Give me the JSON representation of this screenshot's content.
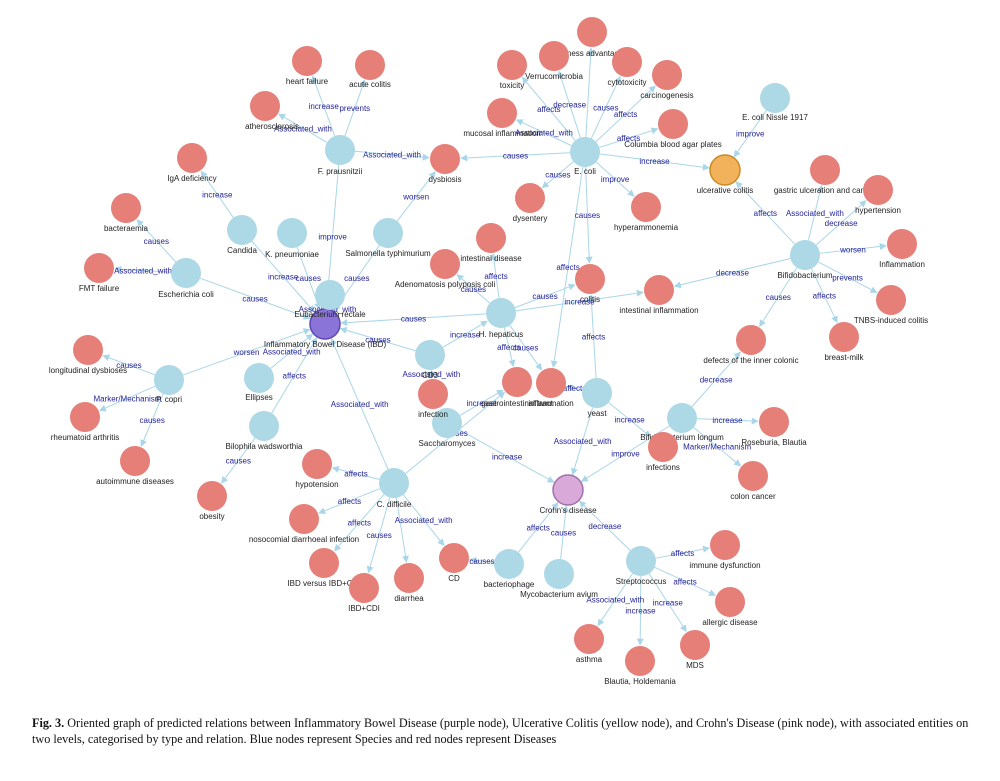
{
  "colors": {
    "species": "#add8e6",
    "disease": "#e57f78",
    "ibd": "#8a74d8",
    "uc": "#f2b25c",
    "cd": "#d9a9d9",
    "edge": "#a9d6e8",
    "edge_label": "#1f1f9a"
  },
  "nodes": [
    {
      "id": "ibd",
      "label": "Inflammatory Bowel Disease (IBD)",
      "type": "ibd"
    },
    {
      "id": "uc",
      "label": "ulcerative colitis",
      "type": "uc"
    },
    {
      "id": "cd_main",
      "label": "Crohn's disease",
      "type": "cd"
    },
    {
      "id": "ecoli",
      "label": "E. coli",
      "type": "species"
    },
    {
      "id": "fpraus",
      "label": "F. prausnitzii",
      "type": "species"
    },
    {
      "id": "bifido",
      "label": "Bifidobacterium",
      "type": "species"
    },
    {
      "id": "nissle",
      "label": "E. coli Nissle 1917",
      "type": "species"
    },
    {
      "id": "candida",
      "label": "Candida",
      "type": "species"
    },
    {
      "id": "kpneu",
      "label": "K. pneumoniae",
      "type": "species"
    },
    {
      "id": "salm",
      "label": "Salmonella typhimurium",
      "type": "species"
    },
    {
      "id": "escher",
      "label": "Escherichia coli",
      "type": "species"
    },
    {
      "id": "eubact",
      "label": "Eubacterium rectale",
      "type": "species"
    },
    {
      "id": "hhep",
      "label": "H. hepaticus",
      "type": "species"
    },
    {
      "id": "cd3",
      "label": "CD3",
      "type": "species"
    },
    {
      "id": "pcopri",
      "label": "P. copri",
      "type": "species"
    },
    {
      "id": "ellipses",
      "label": "Ellipses",
      "type": "species"
    },
    {
      "id": "bilo",
      "label": "Bilophila wadsworthia",
      "type": "species"
    },
    {
      "id": "sacch",
      "label": "Saccharomyces",
      "type": "species"
    },
    {
      "id": "cdiff",
      "label": "C. difficile",
      "type": "species"
    },
    {
      "id": "yeast",
      "label": "yeast",
      "type": "species"
    },
    {
      "id": "bifilong",
      "label": "Bifidobacterium longum",
      "type": "species"
    },
    {
      "id": "bacterio",
      "label": "bacteriophage",
      "type": "species"
    },
    {
      "id": "myco",
      "label": "Mycobacterium avium",
      "type": "species"
    },
    {
      "id": "strep",
      "label": "Streptococcus",
      "type": "species"
    },
    {
      "id": "heart",
      "label": "heart failure",
      "type": "disease"
    },
    {
      "id": "acutecol",
      "label": "acute colitis",
      "type": "disease"
    },
    {
      "id": "athero",
      "label": "atherosclerosis",
      "type": "disease"
    },
    {
      "id": "iga",
      "label": "IgA deficiency",
      "type": "disease"
    },
    {
      "id": "bacter",
      "label": "bacteraemia",
      "type": "disease"
    },
    {
      "id": "fmt",
      "label": "FMT failure",
      "type": "disease"
    },
    {
      "id": "dysbiosis",
      "label": "dysbiosis",
      "type": "disease"
    },
    {
      "id": "fitness",
      "label": "fitness advantage",
      "type": "disease"
    },
    {
      "id": "verruco",
      "label": "Verrucomicrobia",
      "type": "disease"
    },
    {
      "id": "cytotox",
      "label": "cytotoxicity",
      "type": "disease"
    },
    {
      "id": "toxicity",
      "label": "toxicity",
      "type": "disease"
    },
    {
      "id": "carcino",
      "label": "carcinogenesis",
      "type": "disease"
    },
    {
      "id": "mucosal",
      "label": "mucosal inflammation",
      "type": "disease"
    },
    {
      "id": "columbia",
      "label": "Columbia blood agar plates",
      "type": "disease"
    },
    {
      "id": "dysentery",
      "label": "dysentery",
      "type": "disease"
    },
    {
      "id": "hyperamm",
      "label": "hyperammonemia",
      "type": "disease"
    },
    {
      "id": "gastric",
      "label": "gastric ulceration and cancer",
      "type": "disease"
    },
    {
      "id": "hypert",
      "label": "hypertension",
      "type": "disease"
    },
    {
      "id": "inflam",
      "label": "Inflammation",
      "type": "disease"
    },
    {
      "id": "tnbs",
      "label": "TNBS-induced colitis",
      "type": "disease"
    },
    {
      "id": "breast",
      "label": "breast-milk",
      "type": "disease"
    },
    {
      "id": "defects",
      "label": "defects of the inner colonic",
      "type": "disease"
    },
    {
      "id": "intinf",
      "label": "intestinal inflammation",
      "type": "disease"
    },
    {
      "id": "colitis",
      "label": "colitis",
      "type": "disease"
    },
    {
      "id": "intdis",
      "label": "intestinal disease",
      "type": "disease"
    },
    {
      "id": "adeno",
      "label": "Adenomatosis polyposis coli",
      "type": "disease"
    },
    {
      "id": "longdys",
      "label": "longitudinal dysbioses",
      "type": "disease"
    },
    {
      "id": "rheum",
      "label": "rheumatoid arthritis",
      "type": "disease"
    },
    {
      "id": "autoimm",
      "label": "autoimmune diseases",
      "type": "disease"
    },
    {
      "id": "obesity",
      "label": "obesity",
      "type": "disease"
    },
    {
      "id": "infection",
      "label": "infection",
      "type": "disease"
    },
    {
      "id": "gitract",
      "label": "gastrointestinal tract",
      "type": "disease"
    },
    {
      "id": "inflamm2",
      "label": "inflammation",
      "type": "disease"
    },
    {
      "id": "infections",
      "label": "infections",
      "type": "disease"
    },
    {
      "id": "roseburia",
      "label": "Roseburia, Blautia",
      "type": "disease"
    },
    {
      "id": "coloncan",
      "label": "colon cancer",
      "type": "disease"
    },
    {
      "id": "hypot",
      "label": "hypotension",
      "type": "disease"
    },
    {
      "id": "nosoc",
      "label": "nosocomial diarrhoeal infection",
      "type": "disease"
    },
    {
      "id": "ibdcdi",
      "label": "IBD versus IBD+CDI",
      "type": "disease"
    },
    {
      "id": "ibdcdi2",
      "label": "IBD+CDI",
      "type": "disease"
    },
    {
      "id": "diarrhea",
      "label": "diarrhea",
      "type": "disease"
    },
    {
      "id": "cdnode",
      "label": "CD",
      "type": "disease"
    },
    {
      "id": "immdys",
      "label": "immune dysfunction",
      "type": "disease"
    },
    {
      "id": "allergic",
      "label": "allergic disease",
      "type": "disease"
    },
    {
      "id": "mds",
      "label": "MDS",
      "type": "disease"
    },
    {
      "id": "asthma",
      "label": "asthma",
      "type": "disease"
    },
    {
      "id": "blautia",
      "label": "Blautia, Holdemania",
      "type": "disease"
    }
  ],
  "edges": [
    {
      "from": "fpraus",
      "to": "heart",
      "label": "increase"
    },
    {
      "from": "fpraus",
      "to": "acutecol",
      "label": "prevents"
    },
    {
      "from": "fpraus",
      "to": "athero",
      "label": "Associated_with"
    },
    {
      "from": "fpraus",
      "to": "dysbiosis",
      "label": "Associated_with"
    },
    {
      "from": "fpraus",
      "to": "ibd",
      "label": "improve"
    },
    {
      "from": "salm",
      "to": "dysbiosis",
      "label": "worsen"
    },
    {
      "from": "candida",
      "to": "iga",
      "label": "increase"
    },
    {
      "from": "candida",
      "to": "ibd",
      "label": "increase"
    },
    {
      "from": "kpneu",
      "to": "ibd",
      "label": "causes"
    },
    {
      "from": "salm",
      "to": "ibd",
      "label": "causes"
    },
    {
      "from": "escher",
      "to": "bacter",
      "label": "causes"
    },
    {
      "from": "escher",
      "to": "fmt",
      "label": "Associated_with"
    },
    {
      "from": "escher",
      "to": "ibd",
      "label": "causes"
    },
    {
      "from": "eubact",
      "to": "ibd",
      "label": "Associated_with"
    },
    {
      "from": "ecoli",
      "to": "fitness",
      "label": ""
    },
    {
      "from": "ecoli",
      "to": "verruco",
      "label": "decrease"
    },
    {
      "from": "ecoli",
      "to": "cytotox",
      "label": "causes"
    },
    {
      "from": "ecoli",
      "to": "toxicity",
      "label": "affects"
    },
    {
      "from": "ecoli",
      "to": "carcino",
      "label": "affects"
    },
    {
      "from": "ecoli",
      "to": "mucosal",
      "label": "Associated_with"
    },
    {
      "from": "ecoli",
      "to": "columbia",
      "label": "affects"
    },
    {
      "from": "ecoli",
      "to": "dysbiosis",
      "label": "causes"
    },
    {
      "from": "ecoli",
      "to": "uc",
      "label": "increase"
    },
    {
      "from": "ecoli",
      "to": "dysentery",
      "label": "causes"
    },
    {
      "from": "ecoli",
      "to": "hyperamm",
      "label": "improve"
    },
    {
      "from": "ecoli",
      "to": "colitis",
      "label": "causes"
    },
    {
      "from": "ecoli",
      "to": "inflamm2",
      "label": "affects"
    },
    {
      "from": "nissle",
      "to": "uc",
      "label": "improve"
    },
    {
      "from": "bifido",
      "to": "uc",
      "label": "affects"
    },
    {
      "from": "bifido",
      "to": "gastric",
      "label": "Associated_with"
    },
    {
      "from": "bifido",
      "to": "hypert",
      "label": "decrease"
    },
    {
      "from": "bifido",
      "to": "inflam",
      "label": "worsen"
    },
    {
      "from": "bifido",
      "to": "tnbs",
      "label": "prevents"
    },
    {
      "from": "bifido",
      "to": "breast",
      "label": "affects"
    },
    {
      "from": "bifido",
      "to": "defects",
      "label": "causes"
    },
    {
      "from": "bifido",
      "to": "intinf",
      "label": "decrease"
    },
    {
      "from": "hhep",
      "to": "intdis",
      "label": "affects"
    },
    {
      "from": "hhep",
      "to": "adeno",
      "label": "causes"
    },
    {
      "from": "hhep",
      "to": "colitis",
      "label": "causes"
    },
    {
      "from": "hhep",
      "to": "intinf",
      "label": "increase"
    },
    {
      "from": "hhep",
      "to": "ibd",
      "label": "causes"
    },
    {
      "from": "hhep",
      "to": "inflamm2",
      "label": "causes"
    },
    {
      "from": "hhep",
      "to": "gitract",
      "label": "affects"
    },
    {
      "from": "cd3",
      "to": "ibd",
      "label": "causes"
    },
    {
      "from": "cd3",
      "to": "hhep",
      "label": "increase"
    },
    {
      "from": "cd3",
      "to": "infection",
      "label": "Associated_with"
    },
    {
      "from": "pcopri",
      "to": "longdys",
      "label": "causes"
    },
    {
      "from": "pcopri",
      "to": "rheum",
      "label": "Marker/Mechanism"
    },
    {
      "from": "pcopri",
      "to": "autoimm",
      "label": "causes"
    },
    {
      "from": "pcopri",
      "to": "ibd",
      "label": "worsen"
    },
    {
      "from": "ellipses",
      "to": "ibd",
      "label": "Associated_with"
    },
    {
      "from": "bilo",
      "to": "ibd",
      "label": "affects"
    },
    {
      "from": "bilo",
      "to": "obesity",
      "label": "causes"
    },
    {
      "from": "cdiff",
      "to": "ibd",
      "label": "Associated_with"
    },
    {
      "from": "cdiff",
      "to": "hypot",
      "label": "affects"
    },
    {
      "from": "cdiff",
      "to": "nosoc",
      "label": "affects"
    },
    {
      "from": "cdiff",
      "to": "ibdcdi",
      "label": "affects"
    },
    {
      "from": "cdiff",
      "to": "ibdcdi2",
      "label": "causes"
    },
    {
      "from": "cdiff",
      "to": "diarrhea",
      "label": ""
    },
    {
      "from": "cdiff",
      "to": "cdnode",
      "label": "Associated_with"
    },
    {
      "from": "cdiff",
      "to": "gitract",
      "label": "causes"
    },
    {
      "from": "sacch",
      "to": "gitract",
      "label": "increase"
    },
    {
      "from": "sacch",
      "to": "cd_main",
      "label": "increase"
    },
    {
      "from": "yeast",
      "to": "inflamm2",
      "label": "affects"
    },
    {
      "from": "yeast",
      "to": "cd_main",
      "label": "Associated_with"
    },
    {
      "from": "yeast",
      "to": "infections",
      "label": "increase"
    },
    {
      "from": "yeast",
      "to": "colitis",
      "label": "affects"
    },
    {
      "from": "bifilong",
      "to": "defects",
      "label": "decrease"
    },
    {
      "from": "bifilong",
      "to": "roseburia",
      "label": "increase"
    },
    {
      "from": "bifilong",
      "to": "coloncan",
      "label": "Marker/Mechanism"
    },
    {
      "from": "bifilong",
      "to": "cd_main",
      "label": "improve"
    },
    {
      "from": "bacterio",
      "to": "cd_main",
      "label": "affects"
    },
    {
      "from": "bacterio",
      "to": "cdnode",
      "label": "causes"
    },
    {
      "from": "myco",
      "to": "cd_main",
      "label": "causes"
    },
    {
      "from": "strep",
      "to": "cd_main",
      "label": "decrease"
    },
    {
      "from": "strep",
      "to": "immdys",
      "label": "affects"
    },
    {
      "from": "strep",
      "to": "allergic",
      "label": "affects"
    },
    {
      "from": "strep",
      "to": "mds",
      "label": "increase"
    },
    {
      "from": "strep",
      "to": "asthma",
      "label": "Associated_with"
    },
    {
      "from": "strep",
      "to": "blautia",
      "label": "increase"
    }
  ],
  "caption": {
    "fig": "Fig. 3.",
    "text": "Oriented graph of predicted relations between Inflammatory Bowel Disease (purple node), Ulcerative Colitis (yellow node), and Crohn's Disease (pink node), with associated entities on two levels, categorised by type and relation. Blue nodes represent Species and red nodes represent Diseases"
  }
}
